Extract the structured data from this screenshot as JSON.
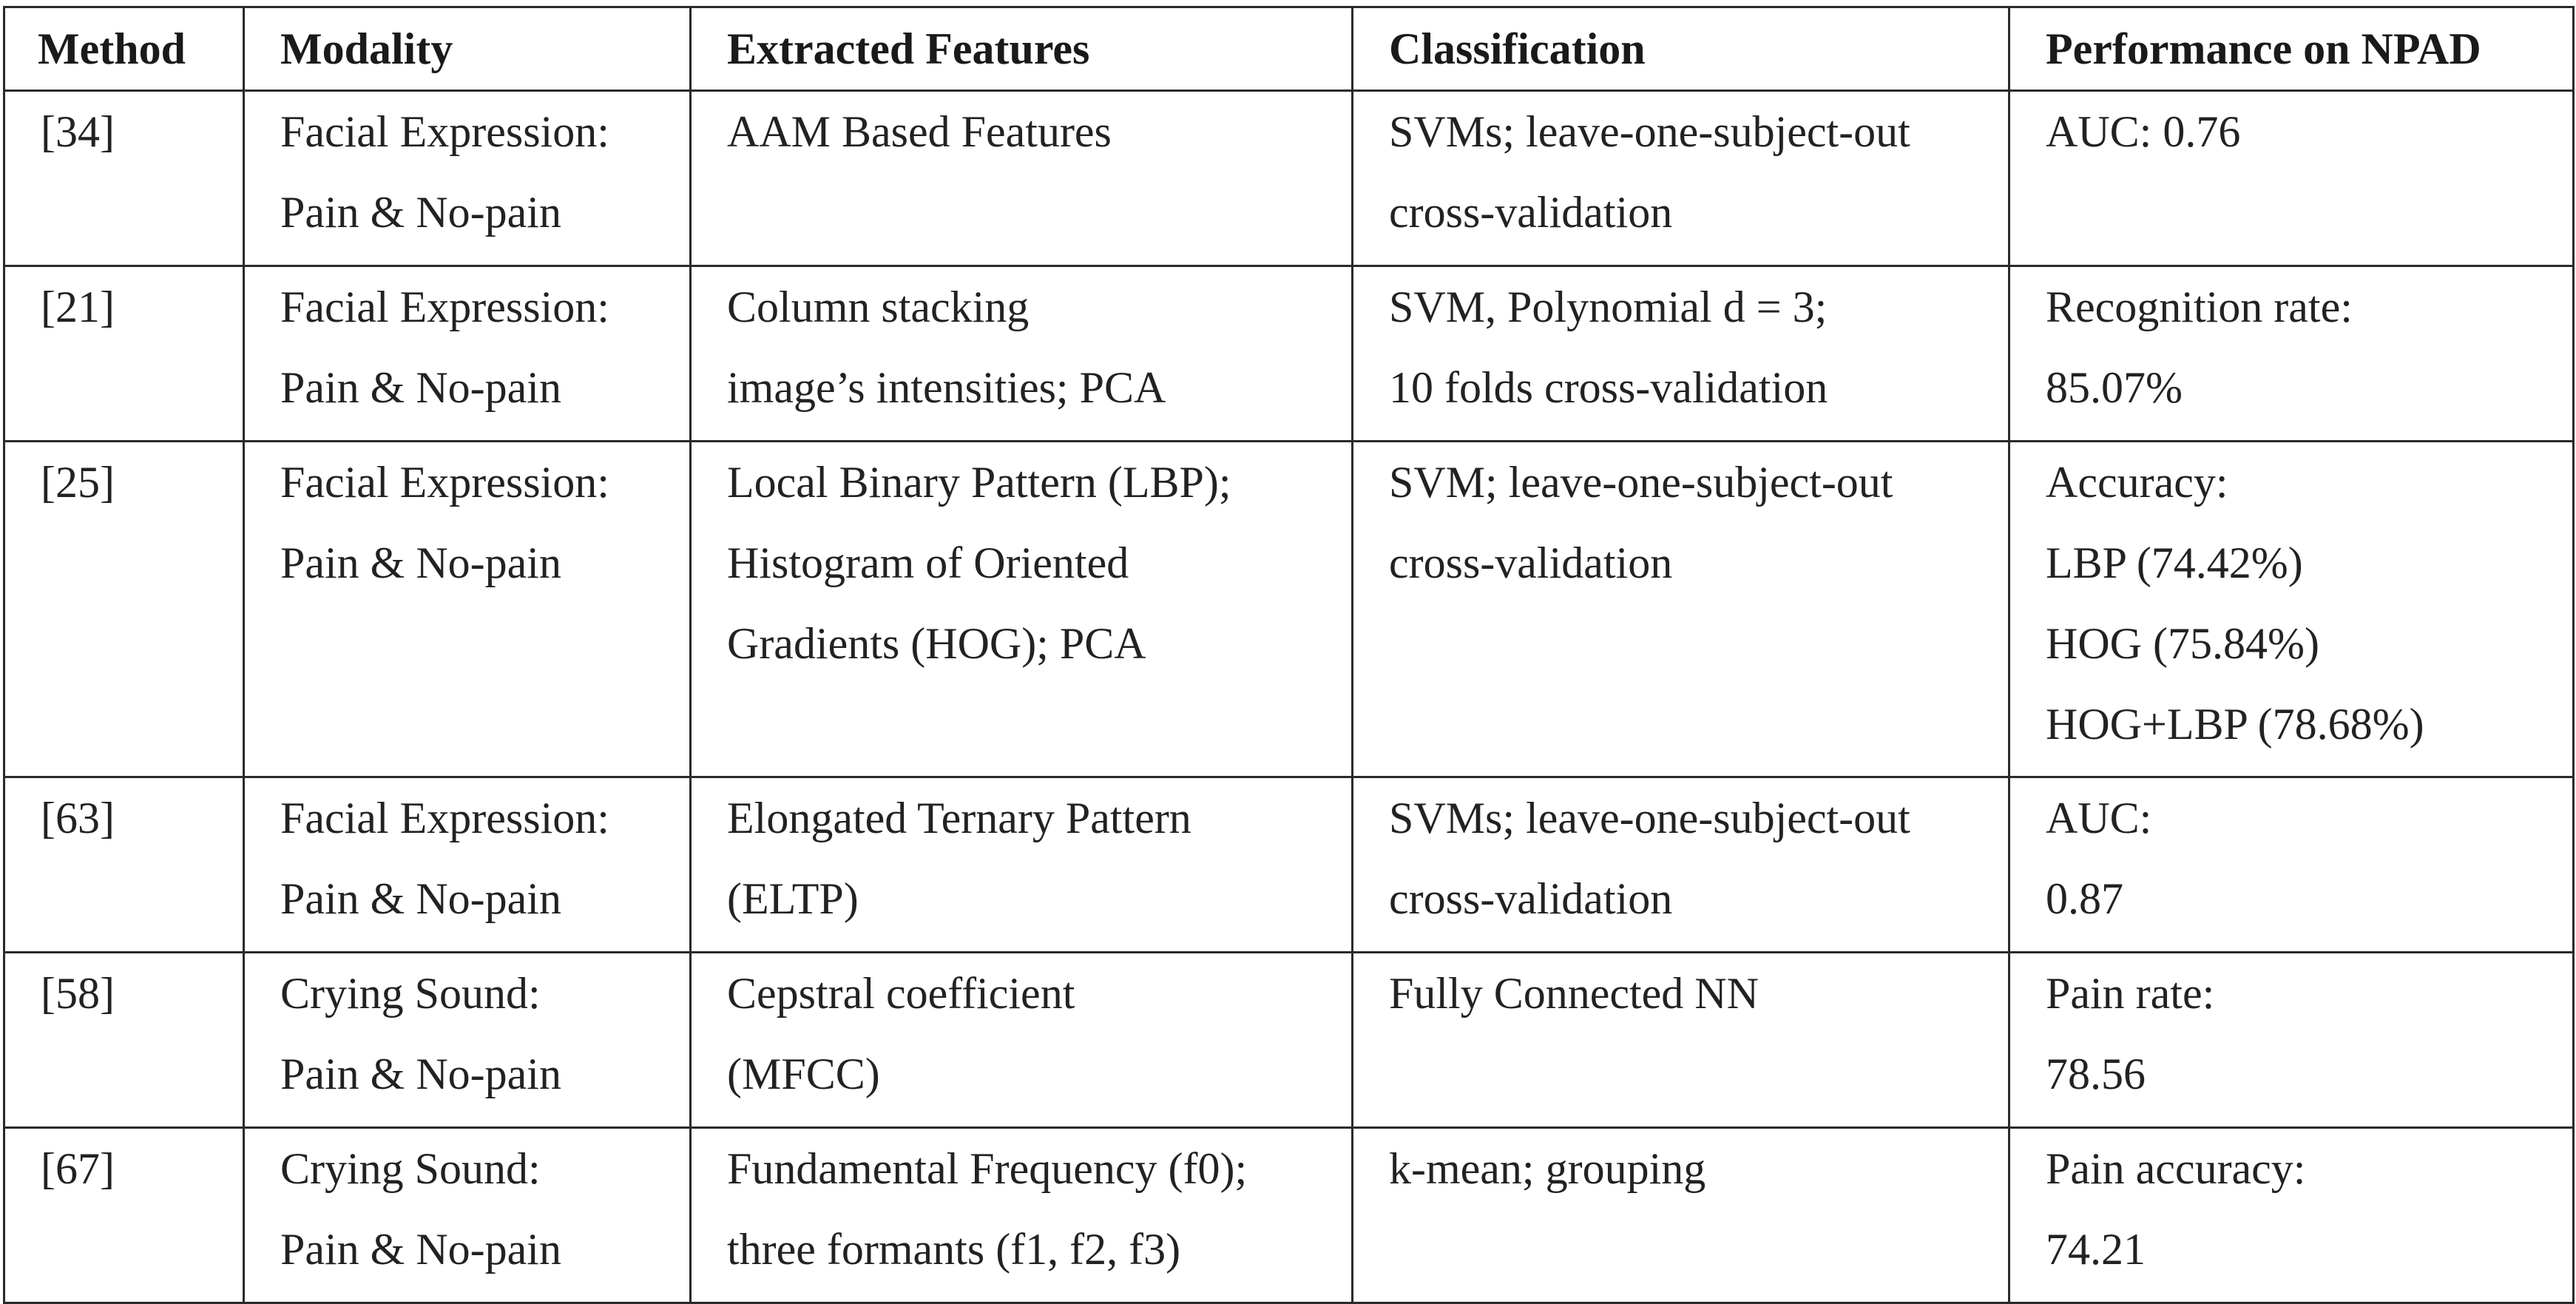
{
  "table": {
    "headers": [
      "Method",
      "Modality",
      "Extracted Features",
      "Classification",
      "Performance on NPAD"
    ],
    "rows": [
      {
        "method": [
          "[34]"
        ],
        "modality": [
          "Facial Expression:",
          "Pain & No-pain"
        ],
        "features": [
          "AAM Based Features"
        ],
        "classification": [
          "SVMs; leave-one-subject-out",
          "cross-validation"
        ],
        "performance": [
          "AUC: 0.76"
        ]
      },
      {
        "method": [
          "[21]"
        ],
        "modality": [
          "Facial Expression:",
          "Pain & No-pain"
        ],
        "features": [
          "Column stacking",
          "image’s intensities; PCA"
        ],
        "classification": [
          "SVM, Polynomial d = 3;",
          "10 folds cross-validation"
        ],
        "performance": [
          "Recognition rate:",
          "85.07%"
        ]
      },
      {
        "method": [
          "[25]"
        ],
        "modality": [
          "Facial Expression:",
          "Pain & No-pain"
        ],
        "features": [
          "Local Binary Pattern (LBP);",
          "Histogram of Oriented",
          "Gradients (HOG); PCA"
        ],
        "classification": [
          "SVM; leave-one-subject-out",
          "cross-validation"
        ],
        "performance": [
          "Accuracy:",
          "LBP (74.42%)",
          "HOG (75.84%)",
          "HOG+LBP (78.68%)"
        ]
      },
      {
        "method": [
          "[63]"
        ],
        "modality": [
          "Facial Expression:",
          "Pain & No-pain"
        ],
        "features": [
          "Elongated Ternary Pattern",
          "(ELTP)"
        ],
        "classification": [
          "SVMs; leave-one-subject-out",
          "cross-validation"
        ],
        "performance": [
          "AUC:",
          "0.87"
        ]
      },
      {
        "method": [
          "[58]"
        ],
        "modality": [
          "Crying Sound:",
          "Pain & No-pain"
        ],
        "features": [
          "Cepstral coefficient",
          "(MFCC)"
        ],
        "classification": [
          "Fully Connected NN"
        ],
        "performance": [
          "Pain rate:",
          "78.56"
        ]
      },
      {
        "method": [
          "[67]"
        ],
        "modality": [
          "Crying Sound:",
          "Pain & No-pain"
        ],
        "features": [
          "Fundamental Frequency (f0);",
          "three formants (f1, f2, f3)"
        ],
        "classification": [
          "k-mean; grouping"
        ],
        "performance": [
          "Pain accuracy:",
          "74.21"
        ]
      }
    ]
  }
}
